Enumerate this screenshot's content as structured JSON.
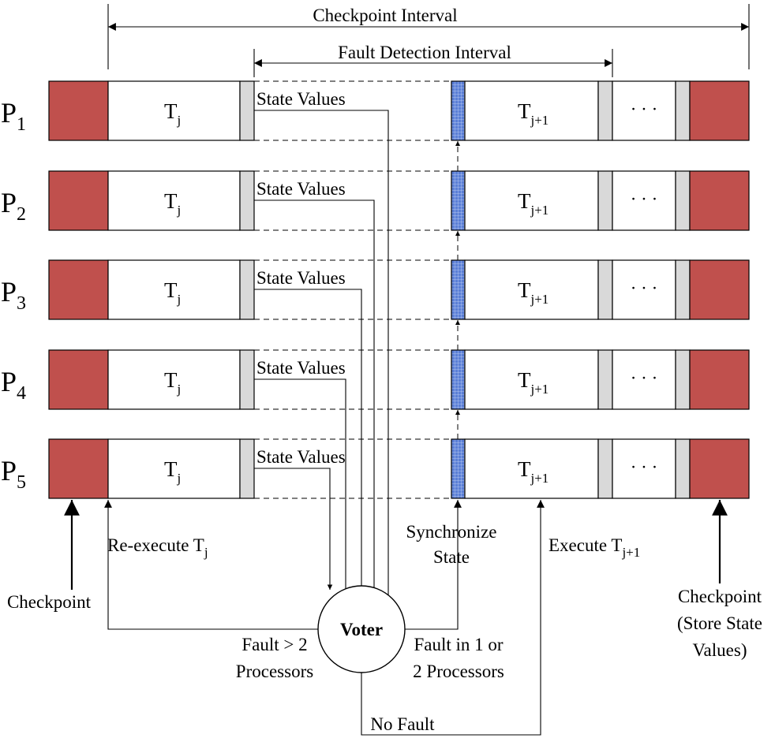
{
  "intervals": {
    "checkpoint_interval": "Checkpoint Interval",
    "fault_detection_interval": "Fault Detection Interval"
  },
  "processors": [
    {
      "p": "P",
      "n": "1"
    },
    {
      "p": "P",
      "n": "2"
    },
    {
      "p": "P",
      "n": "3"
    },
    {
      "p": "P",
      "n": "4"
    },
    {
      "p": "P",
      "n": "5"
    }
  ],
  "task": {
    "letter": "T",
    "current_sub": "j",
    "next_sub": "j+1"
  },
  "state_values": "State Values",
  "ellipsis": "· · ·",
  "voter": "Voter",
  "labels": {
    "checkpoint": "Checkpoint",
    "re_execute": "Re-execute T",
    "re_execute_sub": "j",
    "synchronize_1": "Synchronize",
    "synchronize_2": "State",
    "execute": "Execute T",
    "execute_sub": "j+1",
    "checkpoint_store_1": "Checkpoint",
    "checkpoint_store_2": "(Store State",
    "checkpoint_store_3": "Values)",
    "fault_gt2_1": "Fault > 2",
    "fault_gt2_2": "Processors",
    "fault_1or2_1": "Fault in 1 or",
    "fault_1or2_2": "2 Processors",
    "no_fault": "No Fault"
  },
  "colors": {
    "checkpoint_block": "#c0504d",
    "sync_block": "#5b7fd6",
    "state_block": "#d9d9d9"
  }
}
